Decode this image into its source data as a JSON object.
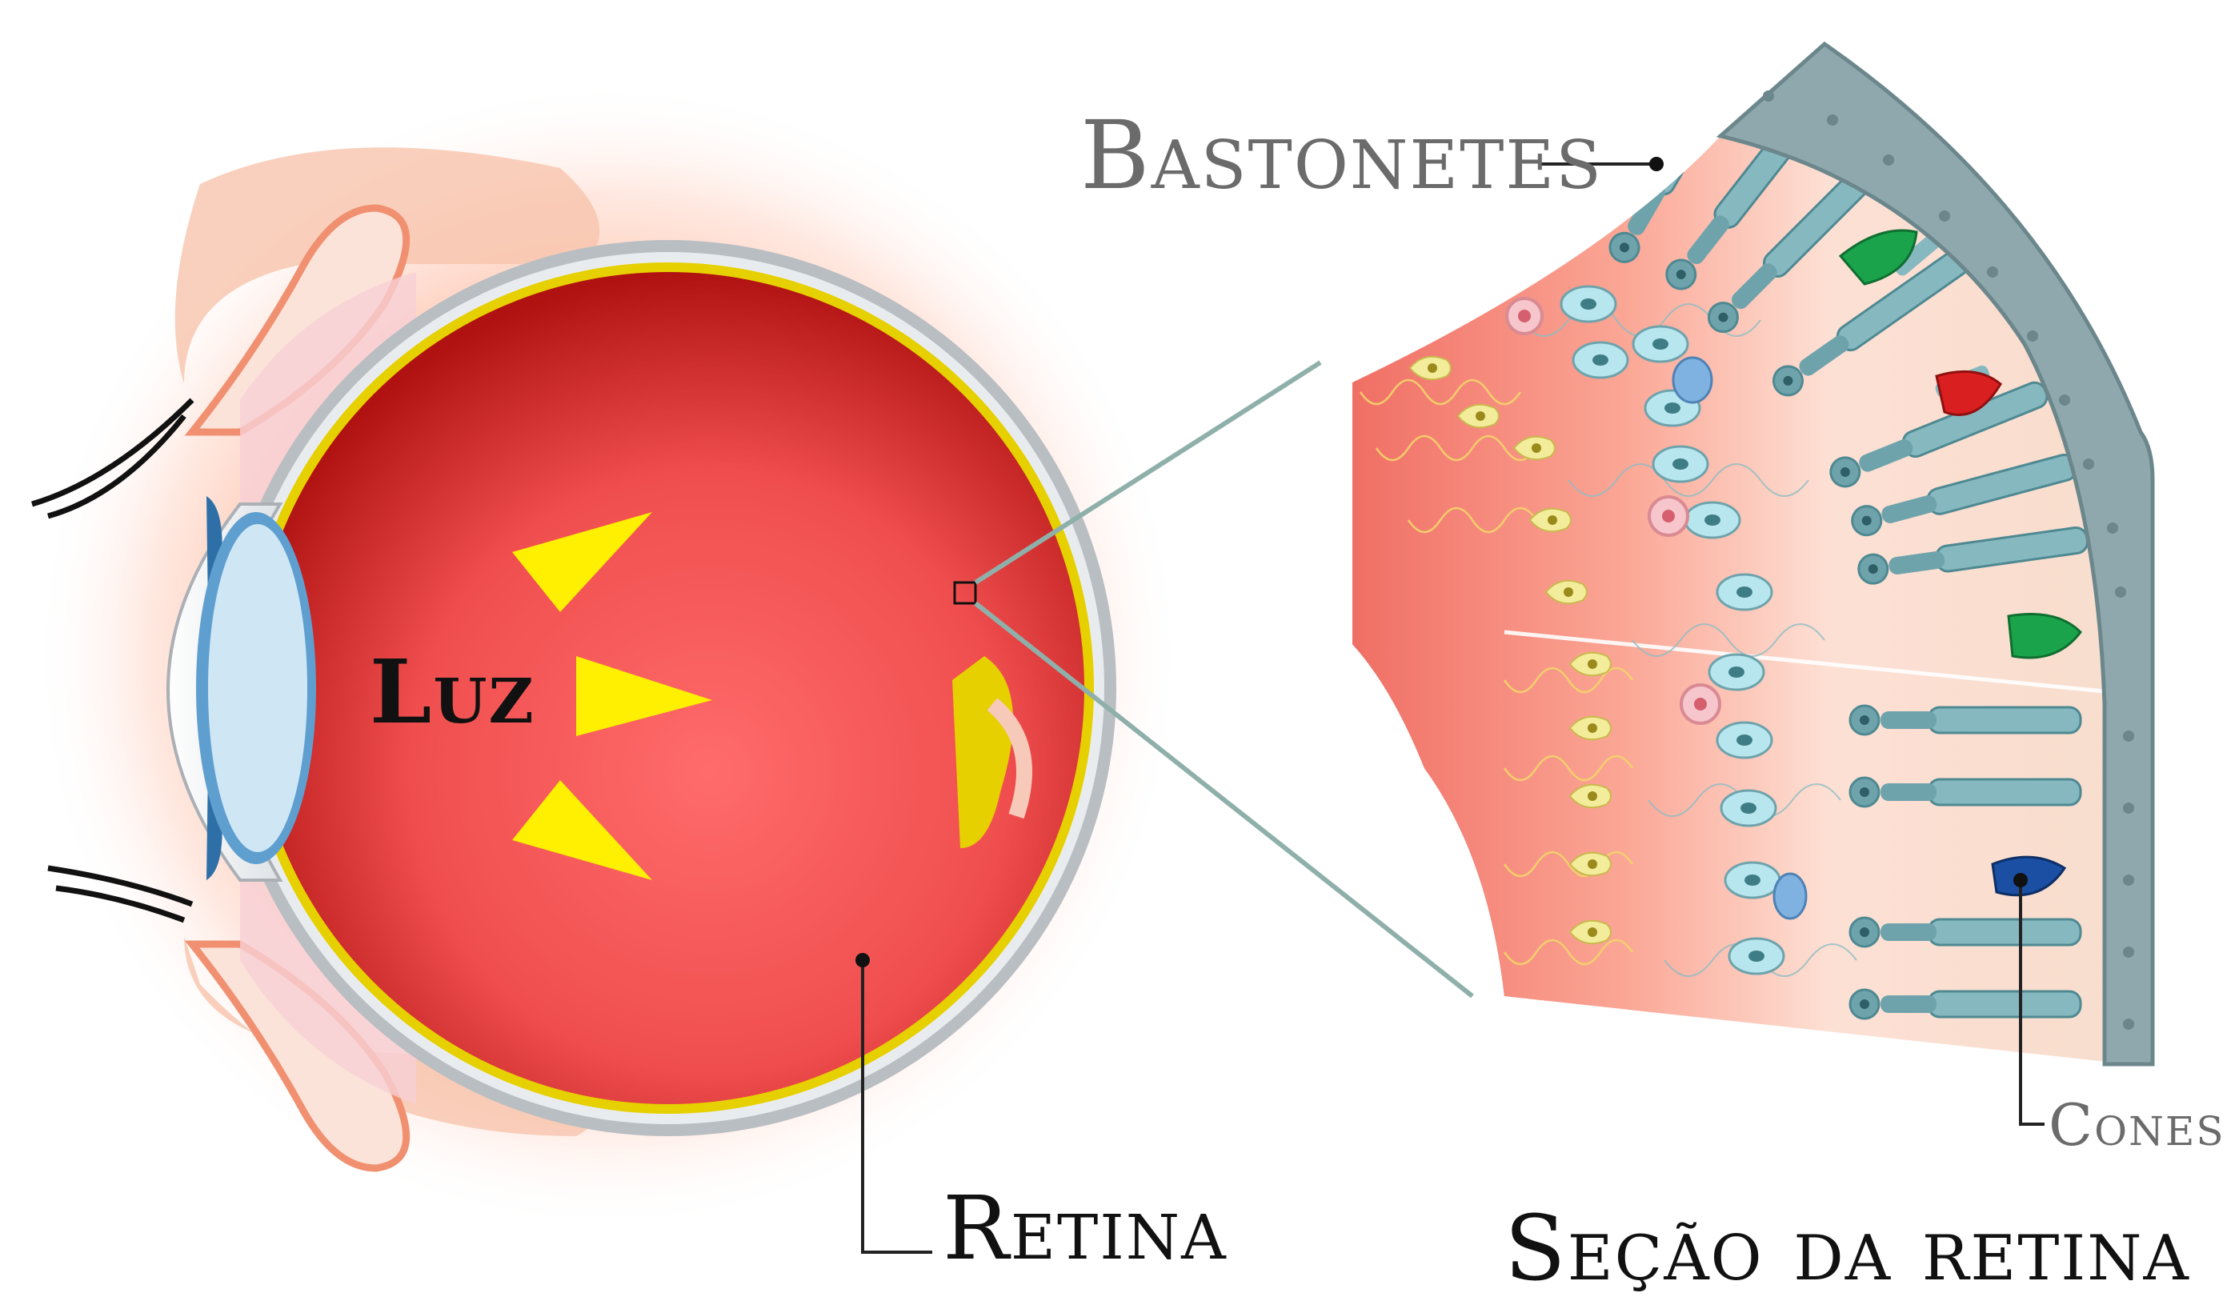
{
  "labels": {
    "bastonetes": "Bastonetes",
    "luz": "Luz",
    "retina": "Retina",
    "cones": "Cones",
    "secao": "Seção da retina"
  },
  "colors": {
    "eyeball": "#e94545",
    "eyeball_center": "#ff6a6a",
    "eyeball_dark": "#a81010",
    "light_arrow": "#ffef00",
    "sclera": "#b9bec2",
    "lens": "#9fcde8",
    "tissue": "#f7c9b8",
    "outer_glow": "#ffd7c8",
    "rod": "#86b8c0",
    "rod_dark": "#4e8992",
    "membrane": "#8fa8ad",
    "bipolar": "#b7e6ee",
    "ganglion": "#f3ed9b",
    "cone_green": "#1aa34a",
    "cone_red": "#d91f1f",
    "cone_blue": "#1a4fa3",
    "leader": "#222222",
    "zoom_line": "#8fb0aa"
  },
  "icons": [
    "eyelid-upper",
    "eyelid-lower",
    "cornea",
    "lens",
    "optic-nerve",
    "rod-cell",
    "cone-cell",
    "bipolar-cell",
    "ganglion-cell",
    "light-arrow"
  ]
}
